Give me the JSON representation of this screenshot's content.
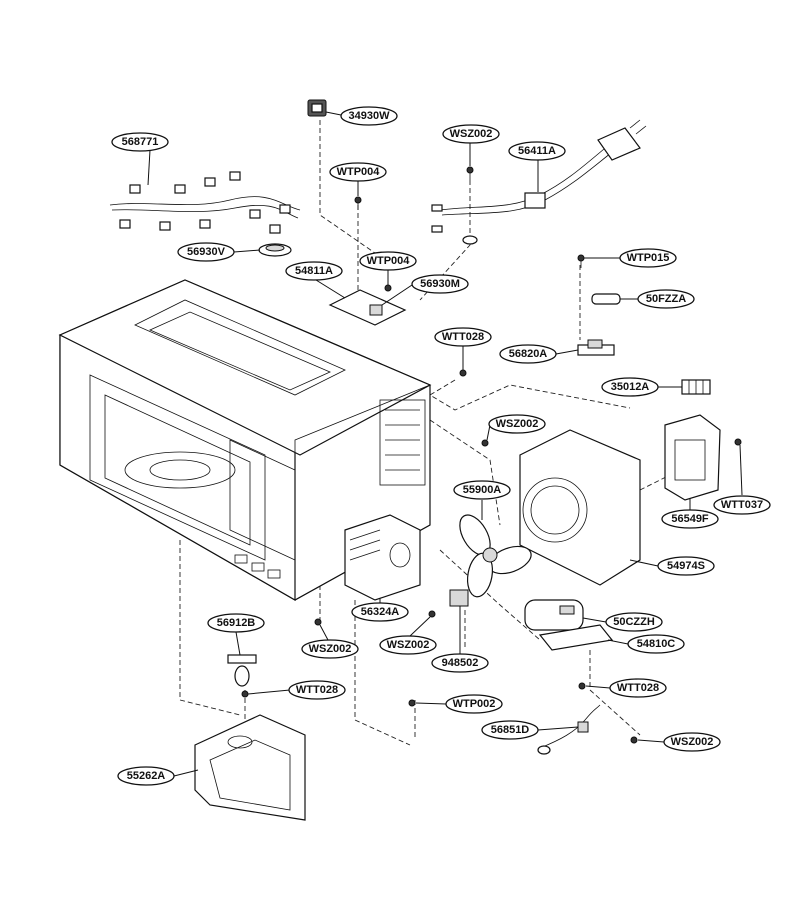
{
  "labels": {
    "p34930W": "34930W",
    "p568771": "568771",
    "pWSZ002_top": "WSZ002",
    "p56411A": "56411A",
    "pWTP004_a": "WTP004",
    "pWTP004_b": "WTP004",
    "p56930V": "56930V",
    "p54811A": "54811A",
    "p56930M": "56930M",
    "pWTP015": "WTP015",
    "p50FZZA": "50FZZA",
    "pWTT028_top": "WTT028",
    "p56820A": "56820A",
    "p35012A": "35012A",
    "pWSZ002_mid": "WSZ002",
    "p55900A": "55900A",
    "pWTT037": "WTT037",
    "p56549F": "56549F",
    "p54974S": "54974S",
    "p56324A": "56324A",
    "p50CZZH": "50CZZH",
    "p56912B": "56912B",
    "pWSZ002_l": "WSZ002",
    "pWSZ002_c": "WSZ002",
    "p54810C": "54810C",
    "p948502": "948502",
    "pWTT028_l": "WTT028",
    "pWTT028_r": "WTT028",
    "pWTP002": "WTP002",
    "p56851D": "56851D",
    "pWSZ002_br": "WSZ002",
    "p55262A": "55262A"
  }
}
